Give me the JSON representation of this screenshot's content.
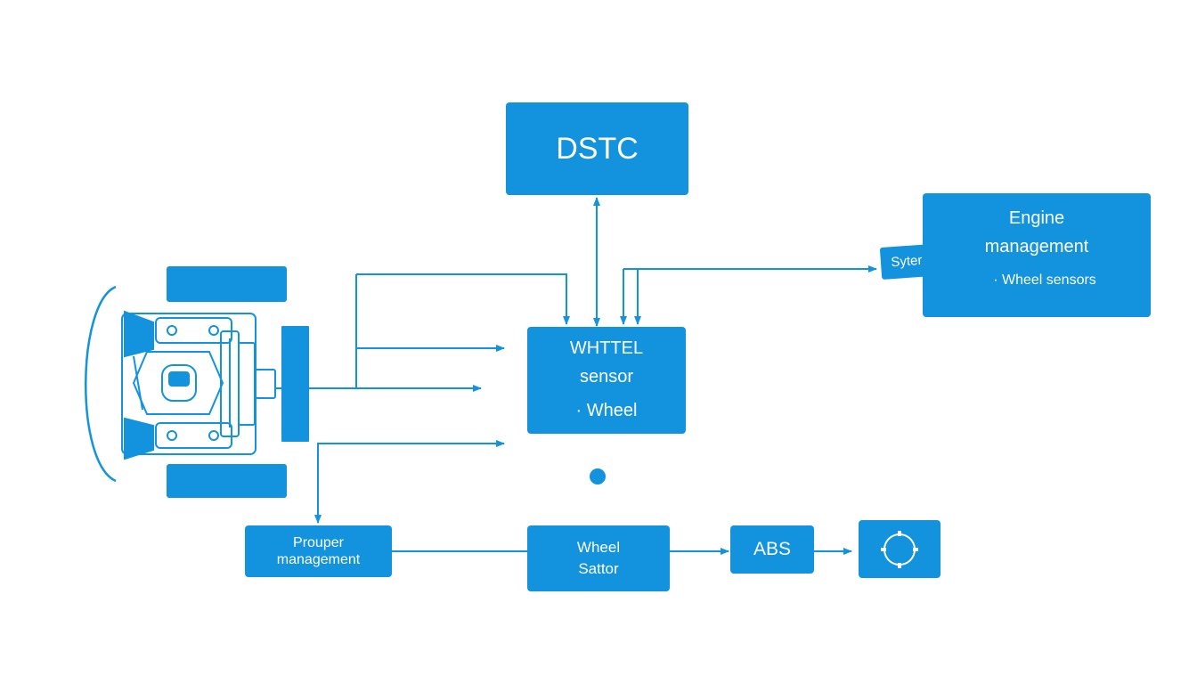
{
  "diagram": {
    "dstc_label": "DSTC",
    "sensor_box": {
      "line1": "WHTTEL",
      "line2": "sensor",
      "line3": "· Wheel"
    },
    "engine_box": {
      "line1": "Engine",
      "line2": "management",
      "line3": "· Wheel sensors"
    },
    "tag_label": "Syter",
    "prouper_box": {
      "line1": "Prouper",
      "line2": "management"
    },
    "sattor_box": {
      "line1": "Wheel",
      "line2": "Sattor"
    },
    "abs_label": "ABS",
    "accent_color": "#1392dd"
  }
}
